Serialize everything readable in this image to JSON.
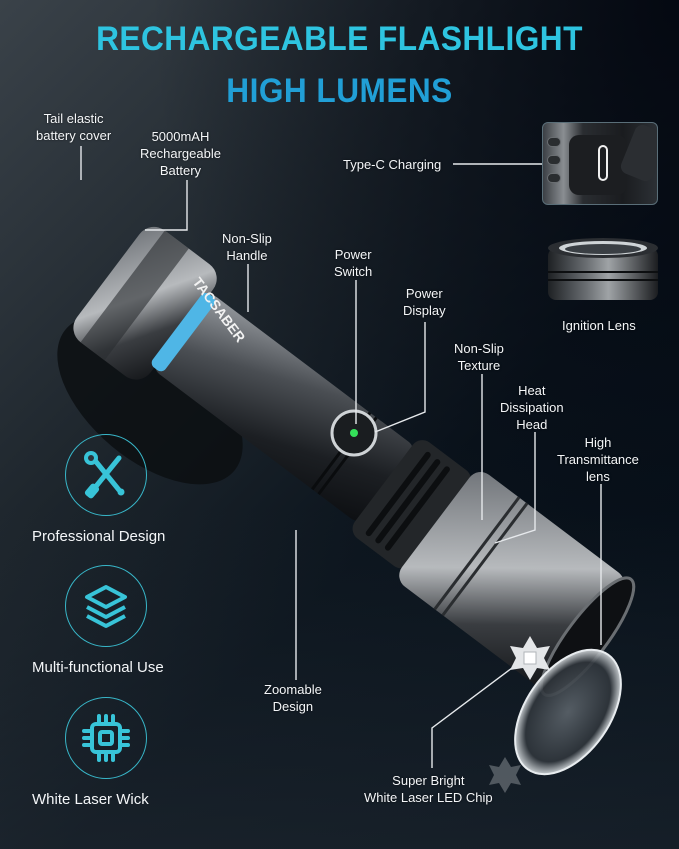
{
  "header": {
    "title_line1": "RECHARGEABLE FLASHLIGHT",
    "title_line2": "HIGH LUMENS"
  },
  "colors": {
    "title_cyan": "#2ec4e0",
    "title_blue": "#219fd6",
    "icon_accent": "#38b6c8",
    "battery_ring": "#4fb6e6",
    "power_led": "#35e05a",
    "background_dark": "#06101a",
    "background_gray": "#3a4249"
  },
  "callouts": {
    "tail_cover": "Tail elastic\nbattery cover",
    "battery": "5000mAH\nRechargeable\nBattery",
    "handle": "Non-Slip\nHandle",
    "power_switch": "Power\nSwitch",
    "power_display": "Power\nDisplay",
    "texture": "Non-Slip\nTexture",
    "heat_head": "Heat\nDissipation\nHead",
    "transmittance_lens": "High\nTransmittance\nlens",
    "type_c": "Type-C Charging",
    "ignition_lens": "Ignition Lens",
    "zoomable": "Zoomable\nDesign",
    "led_chip": "Super Bright\nWhite Laser LED Chip"
  },
  "features": [
    {
      "icon": "wrench-screwdriver-icon",
      "label": "Professional Design"
    },
    {
      "icon": "layers-icon",
      "label": "Multi-functional Use"
    },
    {
      "icon": "chip-icon",
      "label": "White Laser Wick"
    }
  ],
  "product": {
    "brand_mark": "TACSABER"
  }
}
